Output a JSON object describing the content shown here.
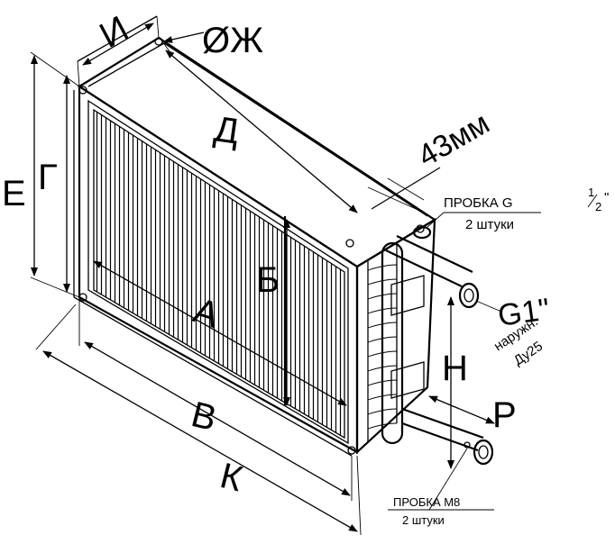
{
  "drawing": {
    "dimensions": {
      "i": "И",
      "zh": "ØЖ",
      "d": "Д",
      "e": "Е",
      "g": "Г",
      "b": "Б",
      "a": "А",
      "v": "В",
      "k": "К",
      "n": "Н",
      "r": "Р",
      "offset": "43мм"
    },
    "notes": {
      "top_plug_label": "ПРОБКА G",
      "top_plug_fraction_num": "1",
      "top_plug_fraction_den": "2",
      "top_plug_inch": "\"",
      "top_plug_qty": "2 штуки",
      "pipe_thread": "G1\"",
      "pipe_thread_type": "наружн.",
      "pipe_dn": "Ду25",
      "bottom_plug_label": "ПРОБКА М8",
      "bottom_plug_qty": "2 штуки"
    }
  }
}
